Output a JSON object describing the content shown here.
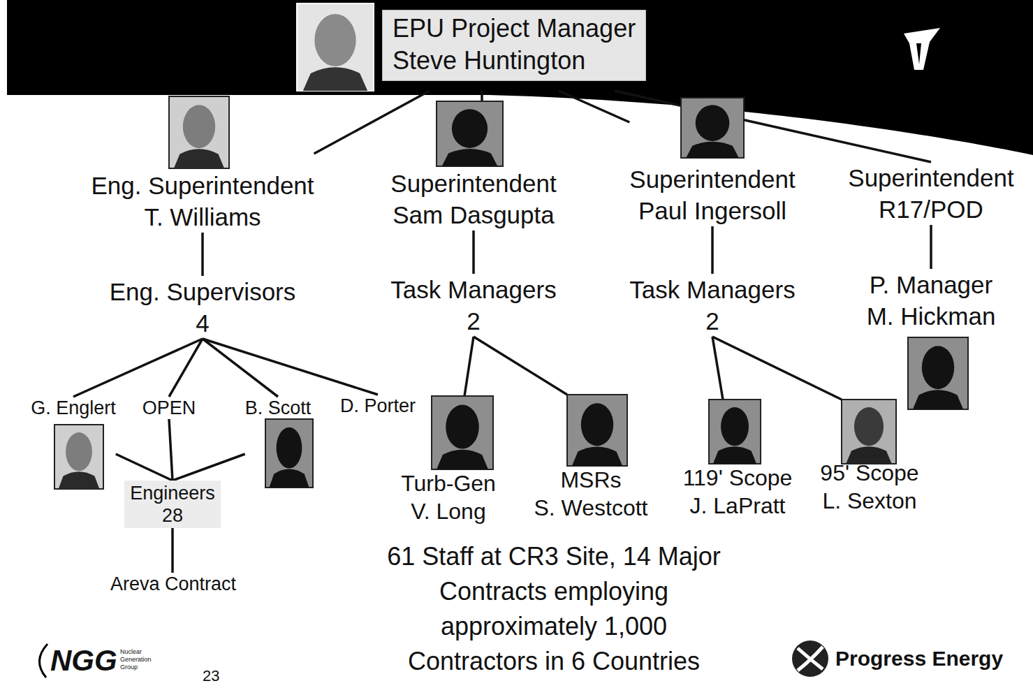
{
  "diagram": {
    "nodes": [
      {
        "text": [
          "EPU Project Manager",
          "Steve Huntington"
        ]
      },
      {
        "text": [
          "Eng. Superintendent",
          "T. Williams"
        ]
      },
      {
        "text": [
          "Superintendent",
          "Sam Dasgupta"
        ]
      },
      {
        "text": [
          "Superintendent",
          "Paul Ingersoll"
        ]
      },
      {
        "text": [
          "Superintendent",
          "R17/POD"
        ]
      },
      {
        "text": [
          "Eng. Supervisors",
          "4"
        ]
      },
      {
        "text": [
          "Task Managers",
          "2"
        ]
      },
      {
        "text": [
          "Task Managers",
          "2"
        ]
      },
      {
        "text": [
          "P. Manager",
          "M. Hickman"
        ]
      },
      {
        "text": [
          "G. Englert"
        ]
      },
      {
        "text": [
          "OPEN"
        ]
      },
      {
        "text": [
          "B. Scott"
        ]
      },
      {
        "text": [
          "D. Porter"
        ]
      },
      {
        "text": [
          "Engineers",
          "28"
        ]
      },
      {
        "text": [
          "Areva Contract"
        ]
      },
      {
        "text": [
          "Turb-Gen",
          "V. Long"
        ]
      },
      {
        "text": [
          "MSRs",
          "S. Westcott"
        ]
      },
      {
        "text": [
          "119' Scope",
          "J. LaPratt"
        ]
      },
      {
        "text": [
          "95' Scope",
          "L. Sexton"
        ]
      }
    ],
    "edges": [
      {
        "from": 0,
        "to": 1,
        "arrow": "none"
      },
      {
        "from": 0,
        "to": 2,
        "arrow": "none"
      },
      {
        "from": 0,
        "to": 3,
        "arrow": "none"
      },
      {
        "from": 0,
        "to": 4,
        "arrow": "none"
      },
      {
        "from": 1,
        "to": 5,
        "arrow": "none"
      },
      {
        "from": 2,
        "to": 6,
        "arrow": "none"
      },
      {
        "from": 3,
        "to": 7,
        "arrow": "none"
      },
      {
        "from": 4,
        "to": 8,
        "arrow": "none"
      },
      {
        "from": 5,
        "to": 9,
        "arrow": "none"
      },
      {
        "from": 5,
        "to": 10,
        "arrow": "none"
      },
      {
        "from": 5,
        "to": 11,
        "arrow": "none"
      },
      {
        "from": 5,
        "to": 12,
        "arrow": "none"
      },
      {
        "from": 9,
        "to": 13,
        "arrow": "none"
      },
      {
        "from": 10,
        "to": 13,
        "arrow": "none"
      },
      {
        "from": 11,
        "to": 13,
        "arrow": "none"
      },
      {
        "from": 13,
        "to": 14,
        "arrow": "none"
      },
      {
        "from": 6,
        "to": 15,
        "arrow": "none"
      },
      {
        "from": 6,
        "to": 16,
        "arrow": "none"
      },
      {
        "from": 7,
        "to": 17,
        "arrow": "none"
      },
      {
        "from": 7,
        "to": 18,
        "arrow": "none"
      }
    ],
    "labels": [
      "61 Staff at CR3 Site, 14 Major Contracts employing approximately 1,000 Contractors in 6 Countries",
      "NGG",
      "Nuclear Generation Group",
      "23",
      "Progress Energy"
    ]
  }
}
